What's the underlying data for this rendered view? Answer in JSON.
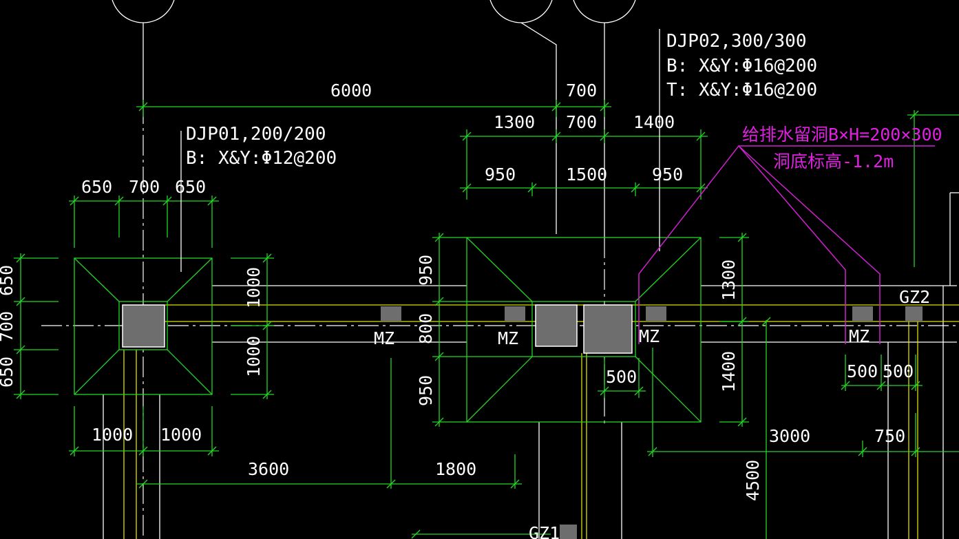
{
  "colors": {
    "background": "#000000",
    "wall": "#ffffff",
    "dimension": "#22d822",
    "beam": "#e0e000",
    "annotation": "#d020d0",
    "column": "#6e6e6e"
  },
  "foundations": {
    "djp01": {
      "label": "DJP01,200/200",
      "rebar": "B: X&Y:Φ12@200"
    },
    "djp02": {
      "label": "DJP02,300/300",
      "rebar_bottom": "B: X&Y:Φ16@200",
      "rebar_top": "T: X&Y:Φ16@200"
    }
  },
  "note": {
    "line1": "给排水留洞B×H=200×300",
    "line2": "洞底标高-1.2m"
  },
  "tags": {
    "mz": "MZ",
    "gz1": "GZ1",
    "gz2": "GZ2"
  },
  "dims": {
    "top": [
      "6000",
      "700"
    ],
    "second": [
      "1300",
      "700",
      "1400"
    ],
    "third": [
      "950",
      "1500",
      "950"
    ],
    "left_top": [
      "650",
      "700",
      "650"
    ],
    "left_vertical": [
      "650",
      "700",
      "650"
    ],
    "mid_vertical": [
      "1000",
      "1000"
    ],
    "djp02_vertical": [
      "950",
      "800",
      "950"
    ],
    "left_bottom": [
      "1000",
      "1000"
    ],
    "bottom": [
      "3600",
      "1800"
    ],
    "right_vertical": [
      "1300",
      "1400"
    ],
    "small": [
      "500"
    ],
    "right_small": [
      "500",
      "500"
    ],
    "right_bottom": [
      "3000",
      "750"
    ],
    "far_vertical": [
      "4500"
    ]
  }
}
